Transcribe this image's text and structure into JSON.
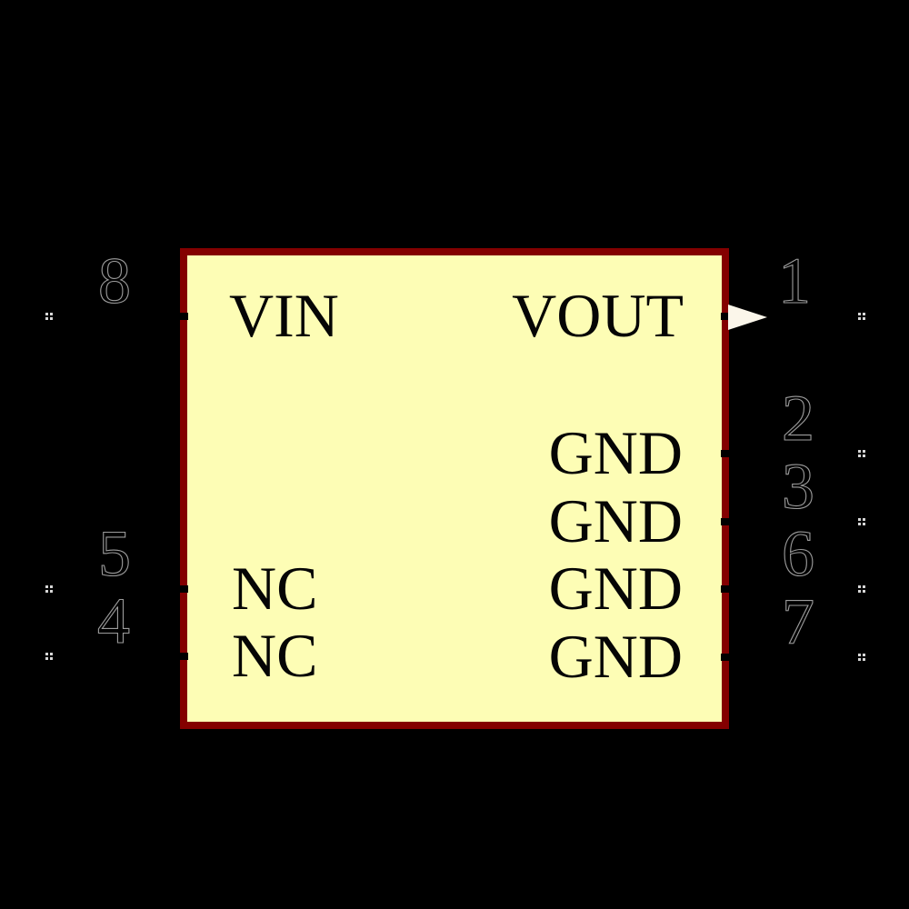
{
  "diagram": {
    "kind": "schematic-symbol",
    "colors": {
      "background": "#000000",
      "body_fill": "#FDFDB5",
      "body_outline": "#840000",
      "pin_name_text": "#050505",
      "pin_number_outline": "#9B9B9B",
      "pin_end_dots": "#D6D6D6",
      "output_arrow": "#FBF6EA"
    },
    "pins": {
      "p1": {
        "number": "1",
        "name": "VOUT",
        "side": "right"
      },
      "p2": {
        "number": "2",
        "name": "GND",
        "side": "right"
      },
      "p3": {
        "number": "3",
        "name": "GND",
        "side": "right"
      },
      "p4": {
        "number": "4",
        "name": "NC",
        "side": "left"
      },
      "p5": {
        "number": "5",
        "name": "NC",
        "side": "left"
      },
      "p6": {
        "number": "6",
        "name": "GND",
        "side": "right"
      },
      "p7": {
        "number": "7",
        "name": "GND",
        "side": "right"
      },
      "p8": {
        "number": "8",
        "name": "VIN",
        "side": "left"
      }
    }
  }
}
